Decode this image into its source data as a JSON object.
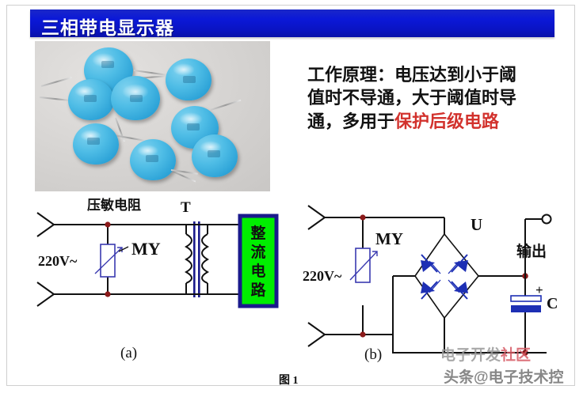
{
  "slide": {
    "title": "三相带电显示器",
    "title_bar_color": "#0b18d8",
    "figure_caption": "图 1"
  },
  "photo": {
    "alt_name": "varistor-photo",
    "caption": "压敏电阻",
    "component_color": "#4fbde6",
    "background_color": "#d8d6d4"
  },
  "principle": {
    "black_text": "工作原理：电压达到小于阈值时不导通，大于阈值时导通，多用于",
    "red_text": "保护后级电路",
    "red_color": "#d2322d"
  },
  "circuit_a": {
    "label": "(a)",
    "varistor_caption": "压敏电阻",
    "source_label": "220V~",
    "varistor_label": "MY",
    "transformer_label": "T",
    "block_label": "整流电路",
    "block_fill": "#00ee00",
    "block_border": "#1a1a8c"
  },
  "circuit_b": {
    "label": "(b)",
    "source_label": "220V~",
    "varistor_label": "MY",
    "bridge_label": "U",
    "capacitor_label": "C",
    "capacitor_polarity": "+",
    "output_label": "输出",
    "diode_color": "#1d2fb4"
  },
  "watermarks": {
    "community_black": "电子开发",
    "community_red": "社区",
    "toutiao": "头条@电子技术控"
  }
}
